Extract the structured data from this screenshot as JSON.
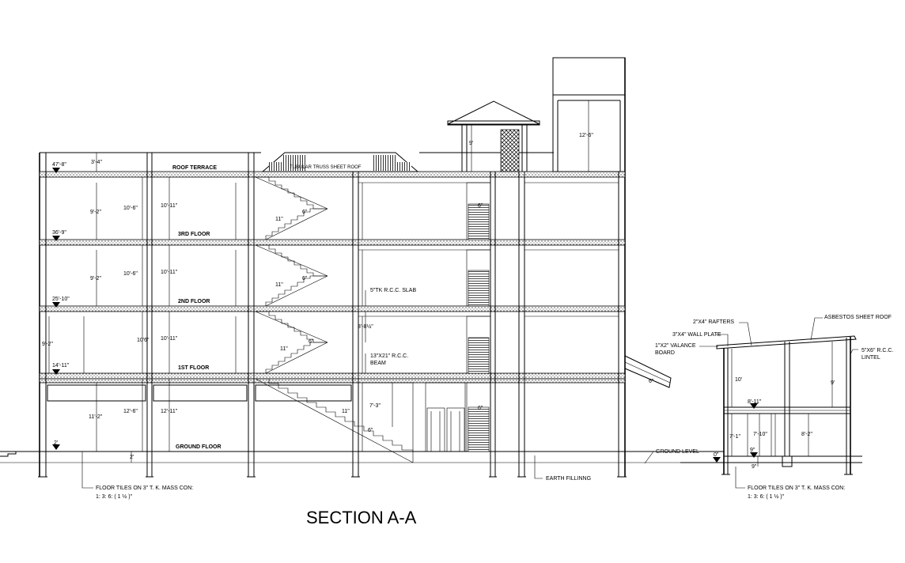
{
  "title": "SECTION A-A",
  "floors": {
    "roof_terrace": "ROOF TERRACE",
    "third": "3RD FLOOR",
    "second": "2ND FLOOR",
    "first": "1ST FLOOR",
    "ground": "GROUND FLOOR"
  },
  "levels": {
    "roof": "47'-8\"",
    "third": "36'-9\"",
    "second": "25'-10\"",
    "first": "14'-11\"",
    "ground": "2'",
    "annex_ground": "0\""
  },
  "dims": {
    "parapet": "3'-4\"",
    "d1_upper": "9'-2\"",
    "d2_upper": "10'-6\"",
    "d3_upper": "10'-11\"",
    "d1_mid": "9'-2\"",
    "d2_mid": "10'-6\"",
    "d3_mid": "10'-11\"",
    "d1_first": "9'-2\"",
    "d2_first": "10'6\"",
    "d3_first": "10'-11\"",
    "d1_ground": "11'-2\"",
    "d2_ground": "12'-6\"",
    "d3_ground": "12'-11\"",
    "plinth": "2'",
    "stair_riser_3": "11\"",
    "stair_tread_3": "6\"",
    "stair_riser_2": "11\"",
    "stair_tread_2": "6\"",
    "stair_riser_1": "11\"",
    "stair_tread_1": "6\"",
    "stair_riser_g": "11\"",
    "stair_tread_g": "6\"",
    "landing": "3'-8½\"",
    "door": "7'-3\"",
    "vent_h": "9'",
    "tower_h": "12'-6\"",
    "shaft_6a": "6\"",
    "shaft_6b": "6\"",
    "ramp": "6\"",
    "annex_upper": "10'",
    "annex_right": "9'",
    "annex_plate": "8'-11\"",
    "annex_door1": "7'-1\"",
    "annex_door2": "7'-10\"",
    "annex_door3": "8'-2\"",
    "annex_sill": "9\"",
    "annex_plinth": "9\""
  },
  "notes": {
    "roof_slope": "TUBULAR TRUSS SHEET ROOF",
    "slab": "5\"TK R.C.C. SLAB",
    "beam_line1": "13\"X21\" R.C.C.",
    "beam_line2": "BEAM",
    "ground_level": "GROUND LEVEL",
    "earth": "EARTH FILLINNG",
    "floor_tiles_1": "FLOOR TILES ON 3\" T. K. MASS CON:",
    "floor_tiles_2": "1: 3: 6: ( 1 ½ )\"",
    "annex_tiles_1": "FLOOR TILES ON 3\" T. K. MASS CON:",
    "annex_tiles_2": "1: 3: 6: ( 1 ½ )\"",
    "rafters": "2\"X4\" RAFTERS",
    "asbestos": "ASBESTOS SHEET ROOF",
    "wall_plate": "3\"X4\" WALL PLATE",
    "valance_1": "1\"X2\" VALANCE",
    "valance_2": "BOARD",
    "lintel_1": "5\"X6\" R.C.C.",
    "lintel_2": "LINTEL"
  }
}
